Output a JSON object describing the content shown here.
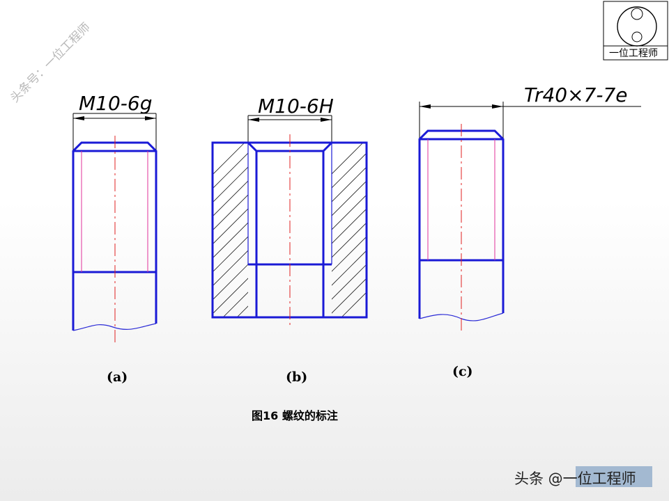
{
  "figure": {
    "label_a": "M10-6g",
    "label_b": "M10-6H",
    "label_c": "Tr40×7-7e",
    "sub_a": "(a)",
    "sub_b": "(b)",
    "sub_c": "(c)",
    "caption": "图16  螺纹的标注"
  },
  "watermark": {
    "diagonal": "头条号：一位工程师",
    "logo_name": "一位工程师",
    "bottom": "头条 @一位工程师"
  },
  "colors": {
    "outline": "#1a1ad6",
    "thread_line": "#e0309a",
    "center_line": "#e02020"
  }
}
